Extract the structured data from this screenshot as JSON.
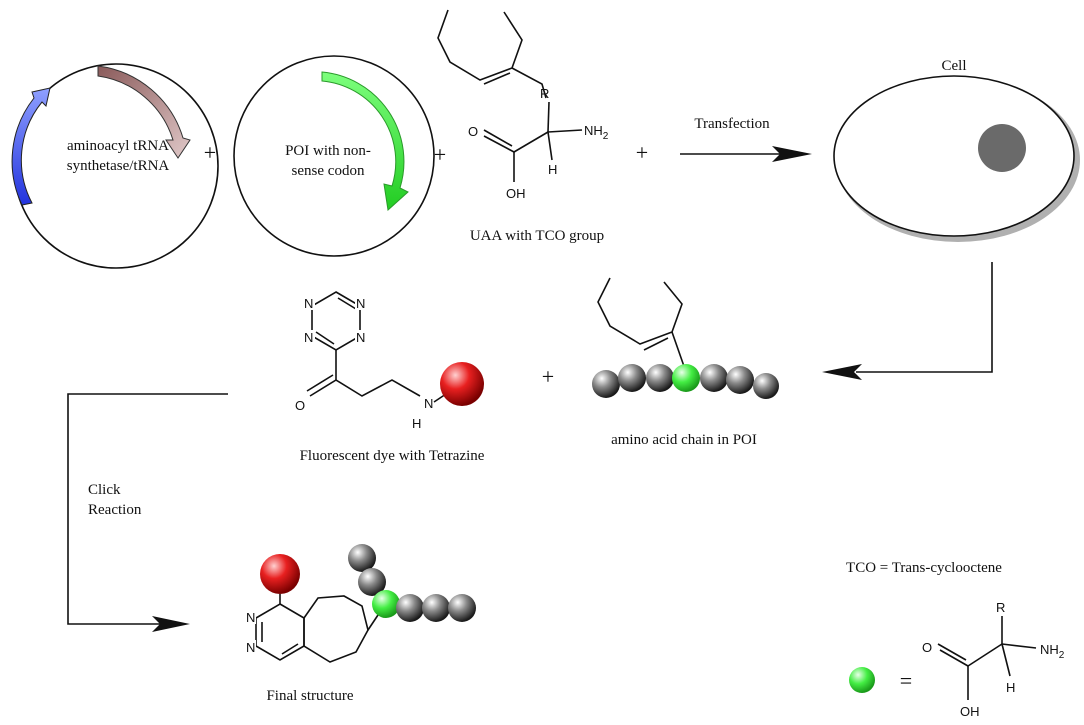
{
  "labels": {
    "plasmid1": [
      "aminoacyl tRNA",
      "synthetase/tRNA"
    ],
    "plasmid2": [
      "POI with non-",
      "sense codon"
    ],
    "uaa": "UAA with TCO group",
    "transfection": "Transfection",
    "cell": "Cell",
    "dye": "Fluorescent dye with Tetrazine",
    "chain": "amino acid chain in POI",
    "click": [
      "Click",
      "Reaction"
    ],
    "final": "Final structure",
    "tco_def": "TCO = Trans-cyclooctene"
  },
  "atoms": {
    "R": "R",
    "NH2": "NH",
    "NH2_sub": "2",
    "H": "H",
    "O": "O",
    "OH": "OH",
    "N": "N",
    "NH": "H"
  },
  "operators": {
    "plus": "+",
    "equals": "="
  },
  "colors": {
    "plasmid_arrow_blue": "#3b4fe0",
    "plasmid_arrow_brown": "#b8888a",
    "plasmid_arrow_green": "#44ee44",
    "dye_red": "#e01010",
    "residue_green": "#3ee03e",
    "residue_gray": "#777777",
    "nucleus_gray": "#6a6a6a"
  }
}
